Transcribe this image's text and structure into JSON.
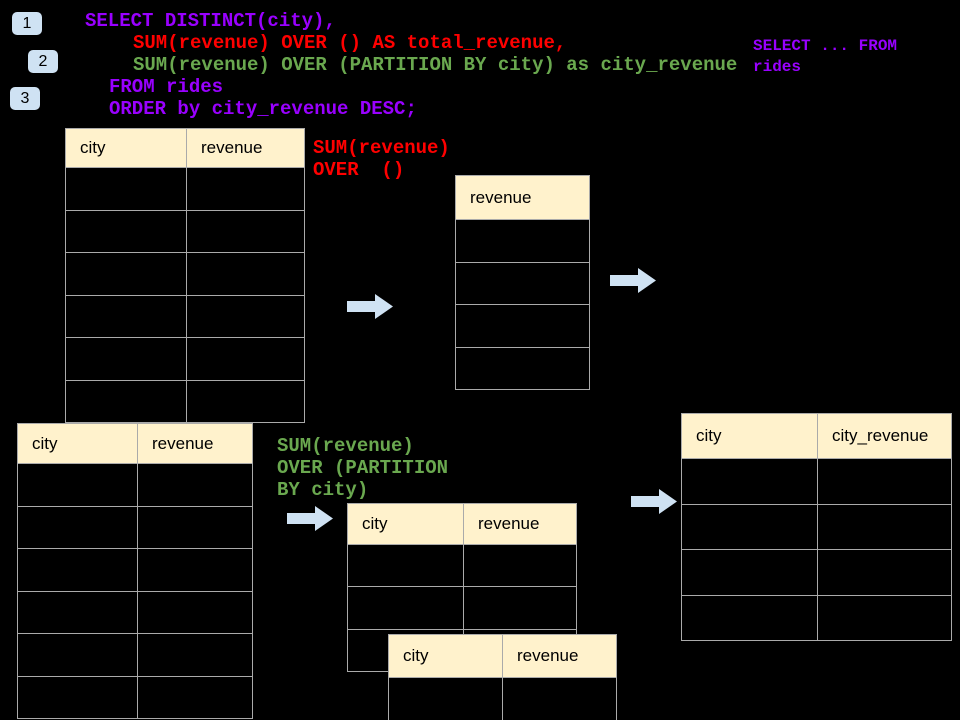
{
  "colors": {
    "background": "#000000",
    "sql_purple": "#9900ff",
    "sql_red": "#ff0000",
    "sql_green": "#6aa84f",
    "table_header_bg": "#fff2cc",
    "table_border": "#aaaaaa",
    "arrow_fill": "#cfe2f3",
    "badge_bg": "#cfe2f3",
    "badge_text": "#000000"
  },
  "badges": [
    "1",
    "2",
    "3"
  ],
  "sql_code": {
    "lines": [
      "SELECT DISTINCT(city),",
      "SUM(revenue) OVER () AS total_revenue,",
      "SUM(revenue) OVER (PARTITION BY city) as city_revenue",
      "FROM rides",
      "ORDER by city_revenue DESC;"
    ]
  },
  "side_snippet": {
    "lines": [
      "SELECT ... FROM",
      "rides"
    ]
  },
  "labels": {
    "total_revenue": {
      "lines": [
        "SUM(revenue)",
        "OVER  ()"
      ]
    },
    "city_revenue": {
      "lines": [
        "SUM(revenue)",
        "OVER (PARTITION",
        "BY city)"
      ]
    }
  },
  "tables": {
    "source_top": {
      "columns": [
        "city",
        "revenue"
      ],
      "row_count": 6
    },
    "total_revenue_result": {
      "columns": [
        "revenue"
      ],
      "row_count": 4
    },
    "source_bottom": {
      "columns": [
        "city",
        "revenue"
      ],
      "row_count": 6
    },
    "partition_middle": {
      "columns": [
        "city",
        "revenue"
      ],
      "row_count": 3
    },
    "partition_front": {
      "columns": [
        "city",
        "revenue"
      ],
      "row_count": 1
    },
    "city_revenue_result": {
      "columns": [
        "city",
        "city_revenue"
      ],
      "row_count": 4
    }
  },
  "icons": {
    "flow_arrow": "arrow-right"
  }
}
